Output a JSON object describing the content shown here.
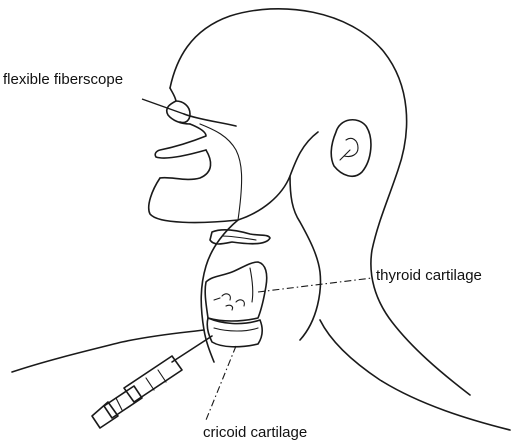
{
  "labels": {
    "fiberscope": "flexible fiberscope",
    "thyroid": "thyroid cartilage",
    "cricoid": "cricoid cartilage"
  },
  "colors": {
    "ink": "#1a1a1a",
    "background": "#ffffff"
  }
}
